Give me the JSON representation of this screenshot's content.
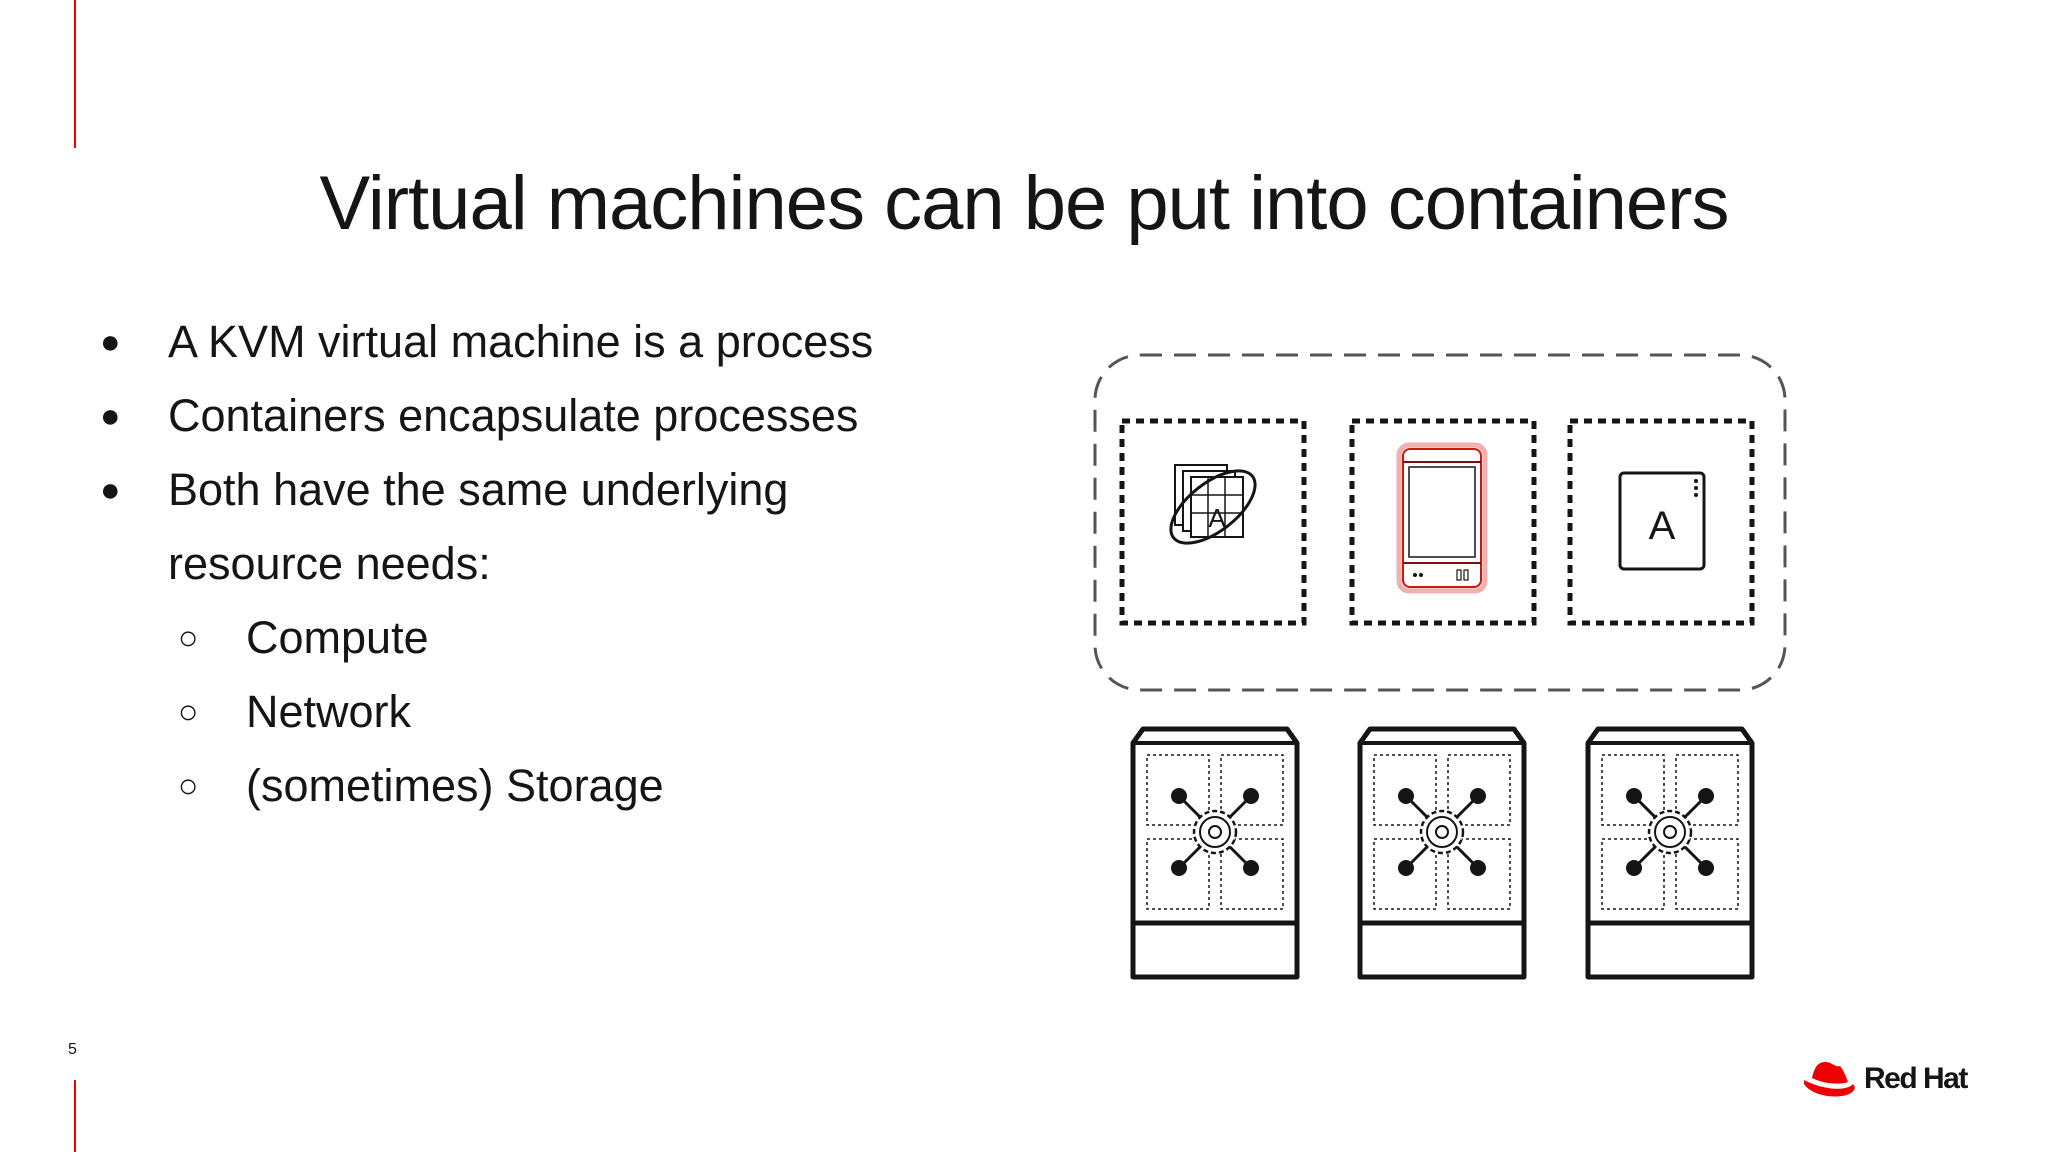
{
  "slide": {
    "title": "Virtual machines can be put into containers",
    "number": "5"
  },
  "bullets": [
    "A KVM virtual machine is a process",
    "Containers encapsulate processes",
    "Both have the same underlying",
    "resource needs:"
  ],
  "sub_bullets": [
    "Compute",
    "Network",
    "(sometimes) Storage"
  ],
  "diagram": {
    "app_letters": [
      "A",
      "A"
    ]
  },
  "brand": {
    "name": "Red Hat",
    "accent_color": "#ee0000"
  },
  "icons": [
    "virtual-machine-icon",
    "server-icon",
    "application-icon",
    "node-icon",
    "node-icon",
    "node-icon",
    "red-hat-logo-icon"
  ]
}
